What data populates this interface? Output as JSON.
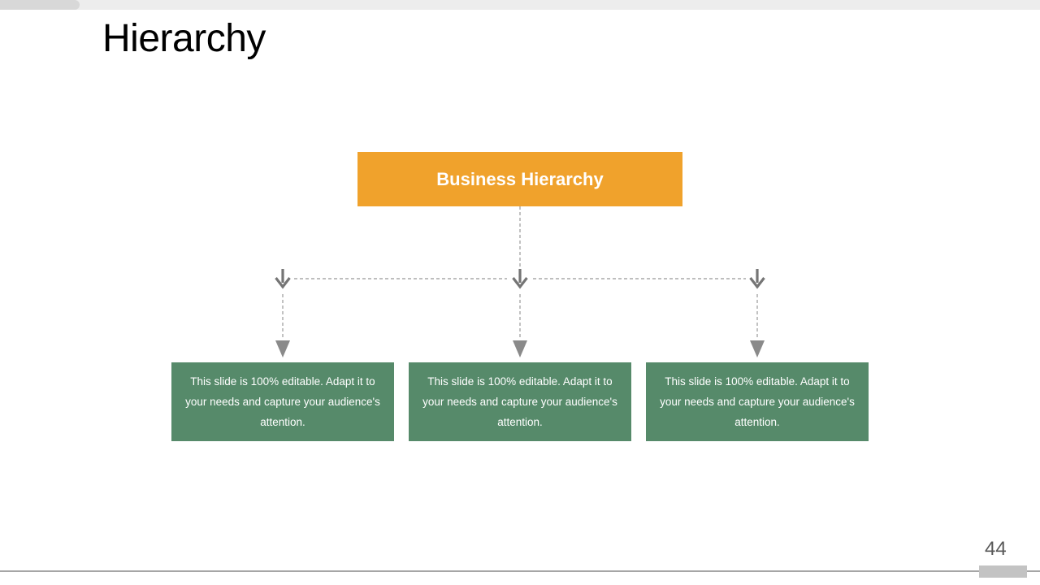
{
  "slide": {
    "title": "Hierarchy",
    "page_number": "44"
  },
  "diagram": {
    "root_label": "Business Hierarchy",
    "children": [
      {
        "text": "This slide is 100% editable. Adapt it to your needs and capture your audience's attention."
      },
      {
        "text": "This slide is 100% editable. Adapt it to your needs and capture your audience's attention."
      },
      {
        "text": "This slide is 100% editable. Adapt it to your needs and capture your audience's attention."
      }
    ]
  },
  "colors": {
    "root_box_bg": "#F0A22C",
    "child_box_bg": "#568A6A",
    "box_text": "#FFFFFF",
    "title_text": "#000000",
    "connector_line": "#A8A8A8",
    "arrow_glyph": "#757575",
    "arrowhead_fill": "#8A8A8A",
    "page_number_text": "#595959",
    "scrollbar_track": "#EDEDED",
    "scrollbar_thumb": "#D8D8D8",
    "bottom_rule": "#A6A6A6",
    "bottom_thumb": "#C3C3C3"
  }
}
